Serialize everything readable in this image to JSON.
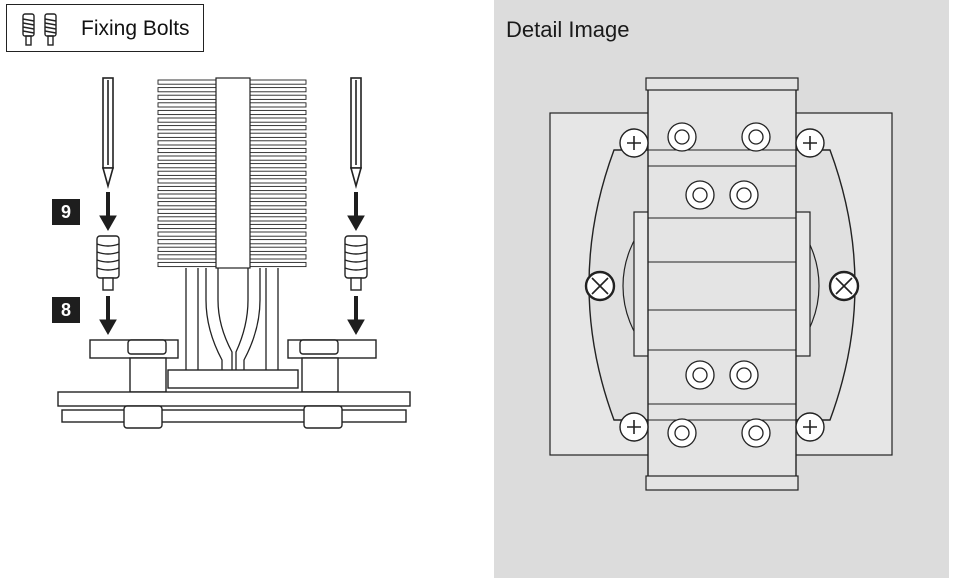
{
  "legend": {
    "label": "Fixing Bolts",
    "icon": "fixing-bolt-icon"
  },
  "steps": [
    "9",
    "8"
  ],
  "detail": {
    "title": "Detail Image"
  },
  "colors": {
    "detail_background": "#dcdcdc",
    "line": "#222222",
    "step_badge": "#1e1e1e"
  }
}
